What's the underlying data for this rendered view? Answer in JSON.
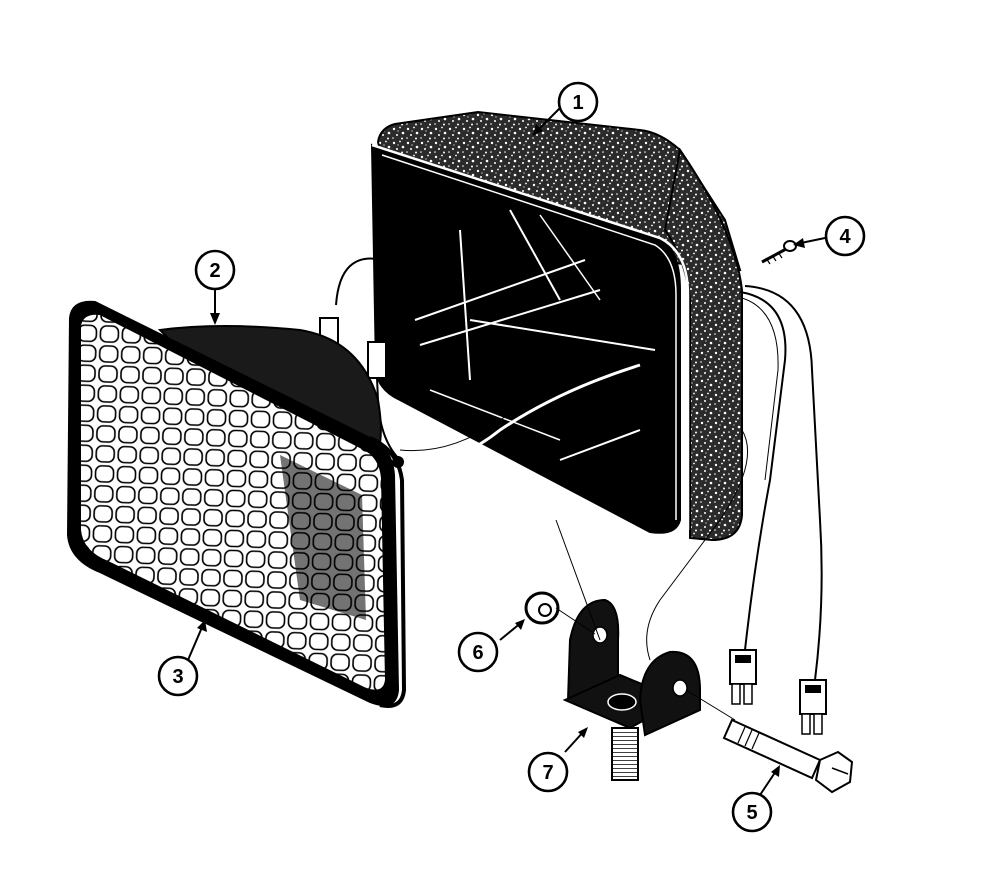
{
  "diagram": {
    "callouts": [
      {
        "id": "1",
        "label": "1",
        "part": "housing"
      },
      {
        "id": "2",
        "label": "2",
        "part": "lamp-back"
      },
      {
        "id": "3",
        "label": "3",
        "part": "lamp-lens"
      },
      {
        "id": "4",
        "label": "4",
        "part": "screw"
      },
      {
        "id": "5",
        "label": "5",
        "part": "bolt"
      },
      {
        "id": "6",
        "label": "6",
        "part": "washer"
      },
      {
        "id": "7",
        "label": "7",
        "part": "mounting-bracket"
      }
    ],
    "colors": {
      "ink": "#000000",
      "paper": "#ffffff",
      "texture": "#3a3a3a"
    }
  }
}
